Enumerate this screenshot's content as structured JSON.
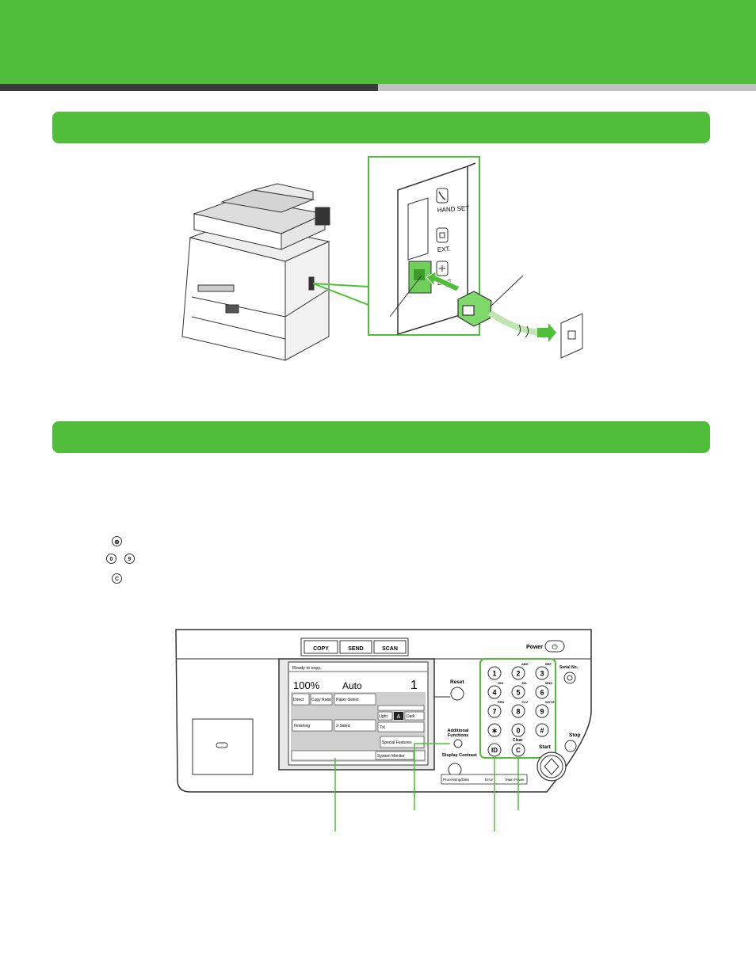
{
  "connection_panel": {
    "port_labels": [
      "HAND SET",
      "EXT.",
      "LINE"
    ]
  },
  "control_panel": {
    "mode_keys": [
      "COPY",
      "SEND",
      "SCAN"
    ],
    "power_label": "Power",
    "serial_label": "Serial No.",
    "reset_label": "Reset",
    "additional_functions_label": "Additional Functions",
    "display_contrast_label": "Display Contrast",
    "start_label": "Start",
    "stop_label": "Stop",
    "clear_label": "Clear",
    "id_key": "ID",
    "clear_key": "C",
    "status_strip": [
      "Processing/Data",
      "Error",
      "Main Power"
    ],
    "keypad": [
      {
        "key": "1",
        "letters": ""
      },
      {
        "key": "2",
        "letters": "ABC"
      },
      {
        "key": "3",
        "letters": "DEF"
      },
      {
        "key": "4",
        "letters": "GHI"
      },
      {
        "key": "5",
        "letters": "JKL"
      },
      {
        "key": "6",
        "letters": "MNO"
      },
      {
        "key": "7",
        "letters": "PRS"
      },
      {
        "key": "8",
        "letters": "TUV"
      },
      {
        "key": "9",
        "letters": "WXYZ"
      },
      {
        "key": "∗",
        "letters": ""
      },
      {
        "key": "0",
        "letters": ""
      },
      {
        "key": "#",
        "letters": ""
      }
    ],
    "screen": {
      "status": "Ready to copy.",
      "ratio": "100%",
      "paper": "Auto",
      "copies": "1",
      "direct": "Direct",
      "copy_ratio": "Copy Ratio",
      "paper_select": "Paper Select",
      "light": "Light",
      "dark": "Dark",
      "finishing": "Finishing",
      "two_sided": "2-Sided",
      "text_mode": "Txt",
      "special_features": "Special Features",
      "system_monitor": "System Monitor"
    }
  },
  "key_icons": [
    "0",
    "9",
    "C"
  ]
}
